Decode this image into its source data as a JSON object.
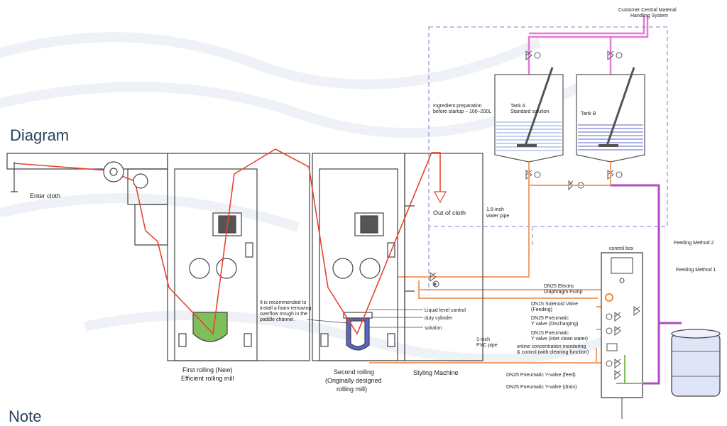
{
  "headings": {
    "diagram": "Diagram",
    "note": "Note"
  },
  "labels": {
    "customer_system_1": "Customer Central Material",
    "customer_system_2": "Handling System",
    "ingredient_1": "Ingredient preparation",
    "ingredient_2": "before startup – 100–200L",
    "tank_a_1": "Tank A",
    "tank_a_2": "Standard solution",
    "tank_b": "Tank B",
    "enter_cloth": "Enter cloth",
    "out_of_cloth": "Out of cloth",
    "water_pipe_1": "1.5-inch",
    "water_pipe_2": "water pipe",
    "feeding_method_2": "Feeding Method 2",
    "feeding_method_1": "Feeding Method 1",
    "control_box": "control box",
    "dn25_pump_1": "DN25 Electric",
    "dn25_pump_2": "Diaphragm Pump",
    "dn15_solenoid_1": "DN15 Solenoid Valve",
    "dn15_solenoid_2": "(Feeding)",
    "dn25_pneumatic_1": "DN25 Pneumatic",
    "dn25_pneumatic_2": "Y valve (Discharging)",
    "dn15_pneumatic_1": "DN15 Pneumatic",
    "dn15_pneumatic_2": "Y valve (inlet clean water)",
    "online_conc_1": "online concentration monitoring",
    "online_conc_2": "& control (with cleaning function)",
    "dn25_feed": "DN25 Pneumatic Y-valve (feed)",
    "dn25_drain": "DN25 Pneumatic Y-valve (drain)",
    "pvc_pipe_1": "1-inch",
    "pvc_pipe_2": "PVC pipe",
    "liquid_level": "Liquid level control",
    "duty_cylinder": "duty cylinder",
    "solution": "solution",
    "foam_note_1": "It is recommended to",
    "foam_note_2": "install a foam-removing",
    "foam_note_3": "overflow trough in the",
    "foam_note_4": "paddle channel.",
    "first_rolling_1": "First rolling (New)",
    "first_rolling_2": "Efficient rolling mill",
    "second_rolling_1": "Second rolling",
    "second_rolling_2": "(Originally designed",
    "second_rolling_3": "rolling mill)",
    "styling_machine": "Styling Machine",
    "valve_mark": "P"
  },
  "colors": {
    "heading": "#27415c",
    "cloth_path": "#e8432e",
    "pipe_orange": "#f4a06b",
    "pipe_purple": "#b04ac6",
    "pipe_pink": "#e27ad6",
    "dashed_boundary": "#9a9ad6",
    "bath_green": "#7fbf5a",
    "bath_blue": "#5a63c8",
    "drum": "#dfe4f7"
  }
}
